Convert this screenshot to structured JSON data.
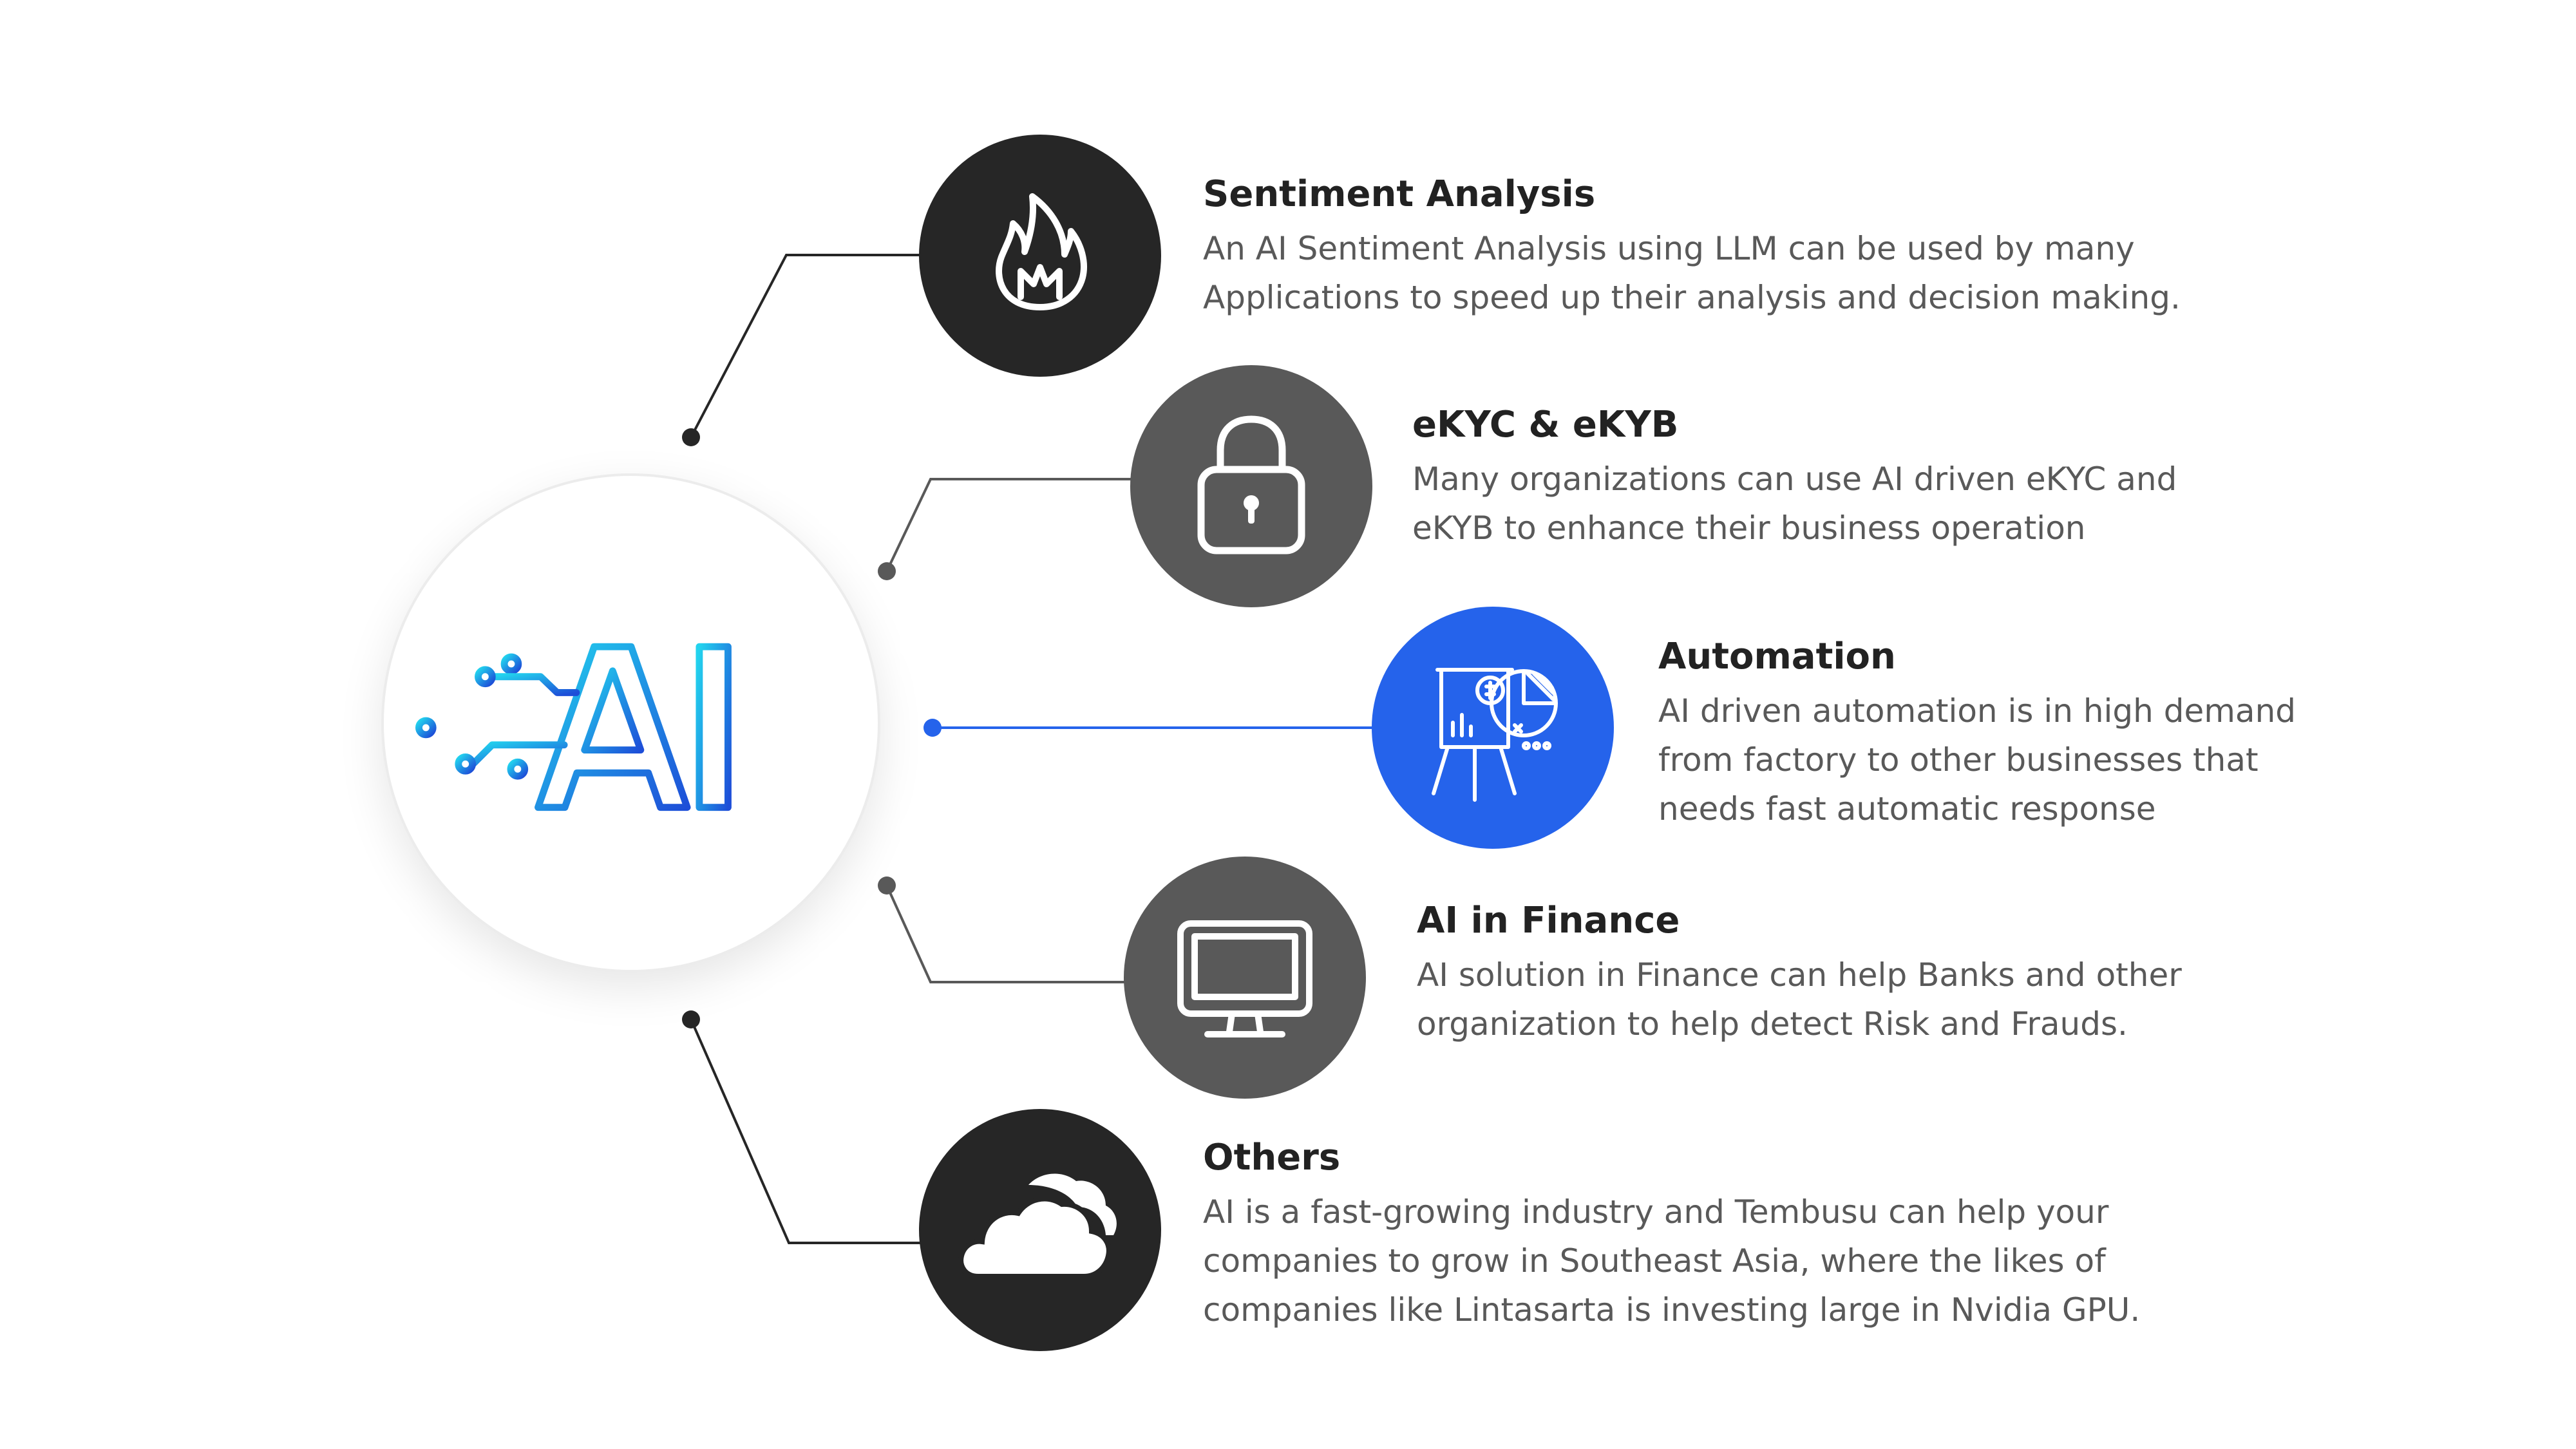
{
  "hub": {
    "label": "AI",
    "colors": {
      "gradient_start": "#22d3ee",
      "gradient_end": "#1d4ed8"
    }
  },
  "items": [
    {
      "title": "Sentiment Analysis",
      "description_lines": [
        "An AI Sentiment Analysis using LLM can be used by many",
        "Applications to speed up their analysis and decision making."
      ],
      "icon": "flame-icon",
      "circle_color": "#262626",
      "connector_color": "#262626"
    },
    {
      "title": "eKYC & eKYB",
      "description_lines": [
        "Many organizations can use AI driven eKYC and",
        "eKYB to enhance their business operation"
      ],
      "icon": "padlock-icon",
      "circle_color": "#595959",
      "connector_color": "#595959"
    },
    {
      "title": "Automation",
      "description_lines": [
        "AI driven automation is in high demand",
        "from factory to other businesses that",
        "needs fast automatic response"
      ],
      "icon": "presentation-chart-icon",
      "circle_color": "#2563eb",
      "connector_color": "#2563eb"
    },
    {
      "title": "AI in Finance",
      "description_lines": [
        "AI solution in Finance can help Banks and other",
        "organization to help detect Risk and Frauds."
      ],
      "icon": "monitor-icon",
      "circle_color": "#595959",
      "connector_color": "#595959"
    },
    {
      "title": "Others",
      "description_lines": [
        "AI is a fast-growing industry and Tembusu can help your",
        "companies to grow in Southeast Asia, where the likes of",
        "companies like Lintasarta is investing large in Nvidia GPU."
      ],
      "icon": "cloud-icon",
      "circle_color": "#262626",
      "connector_color": "#262626"
    }
  ]
}
